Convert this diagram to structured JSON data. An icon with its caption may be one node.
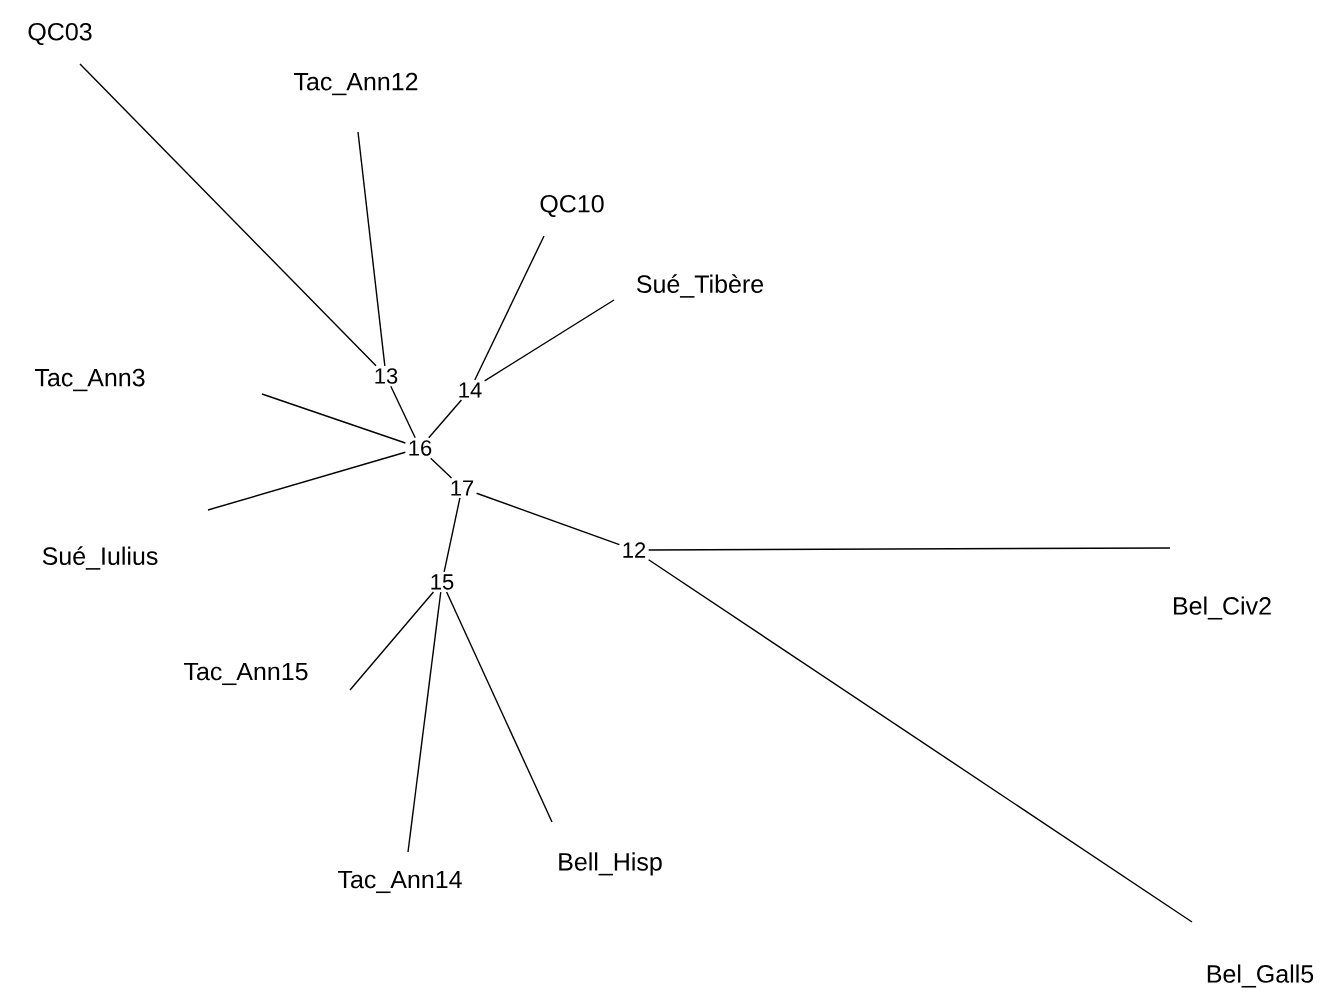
{
  "diagram": {
    "nodes": [
      {
        "text": [
          "QC03"
        ]
      },
      {
        "text": [
          "Tac_Ann12"
        ]
      },
      {
        "text": [
          "QC10"
        ]
      },
      {
        "text": [
          "Sué_Tibère"
        ]
      },
      {
        "text": [
          "13"
        ]
      },
      {
        "text": [
          "14"
        ]
      },
      {
        "text": [
          "Tac_Ann3"
        ]
      },
      {
        "text": [
          "16"
        ]
      },
      {
        "text": [
          "17"
        ]
      },
      {
        "text": [
          "Sué_Iulius"
        ]
      },
      {
        "text": [
          "12"
        ]
      },
      {
        "text": [
          "15"
        ]
      },
      {
        "text": [
          "Bel_Civ2"
        ]
      },
      {
        "text": [
          "Tac_Ann15"
        ]
      },
      {
        "text": [
          "Tac_Ann14"
        ]
      },
      {
        "text": [
          "Bell_Hisp"
        ]
      },
      {
        "text": [
          "Bel_Gall5"
        ]
      }
    ],
    "edges": [
      {
        "from": 4,
        "to": 0,
        "arrow": "none"
      },
      {
        "from": 4,
        "to": 1,
        "arrow": "none"
      },
      {
        "from": 5,
        "to": 2,
        "arrow": "none"
      },
      {
        "from": 5,
        "to": 3,
        "arrow": "none"
      },
      {
        "from": 7,
        "to": 4,
        "arrow": "none"
      },
      {
        "from": 7,
        "to": 5,
        "arrow": "none"
      },
      {
        "from": 7,
        "to": 6,
        "arrow": "none"
      },
      {
        "from": 7,
        "to": 9,
        "arrow": "none"
      },
      {
        "from": 7,
        "to": 8,
        "arrow": "none"
      },
      {
        "from": 8,
        "to": 10,
        "arrow": "none"
      },
      {
        "from": 8,
        "to": 11,
        "arrow": "none"
      },
      {
        "from": 10,
        "to": 12,
        "arrow": "none"
      },
      {
        "from": 10,
        "to": 16,
        "arrow": "none"
      },
      {
        "from": 11,
        "to": 13,
        "arrow": "none"
      },
      {
        "from": 11,
        "to": 14,
        "arrow": "none"
      },
      {
        "from": 11,
        "to": 15,
        "arrow": "none"
      }
    ]
  }
}
